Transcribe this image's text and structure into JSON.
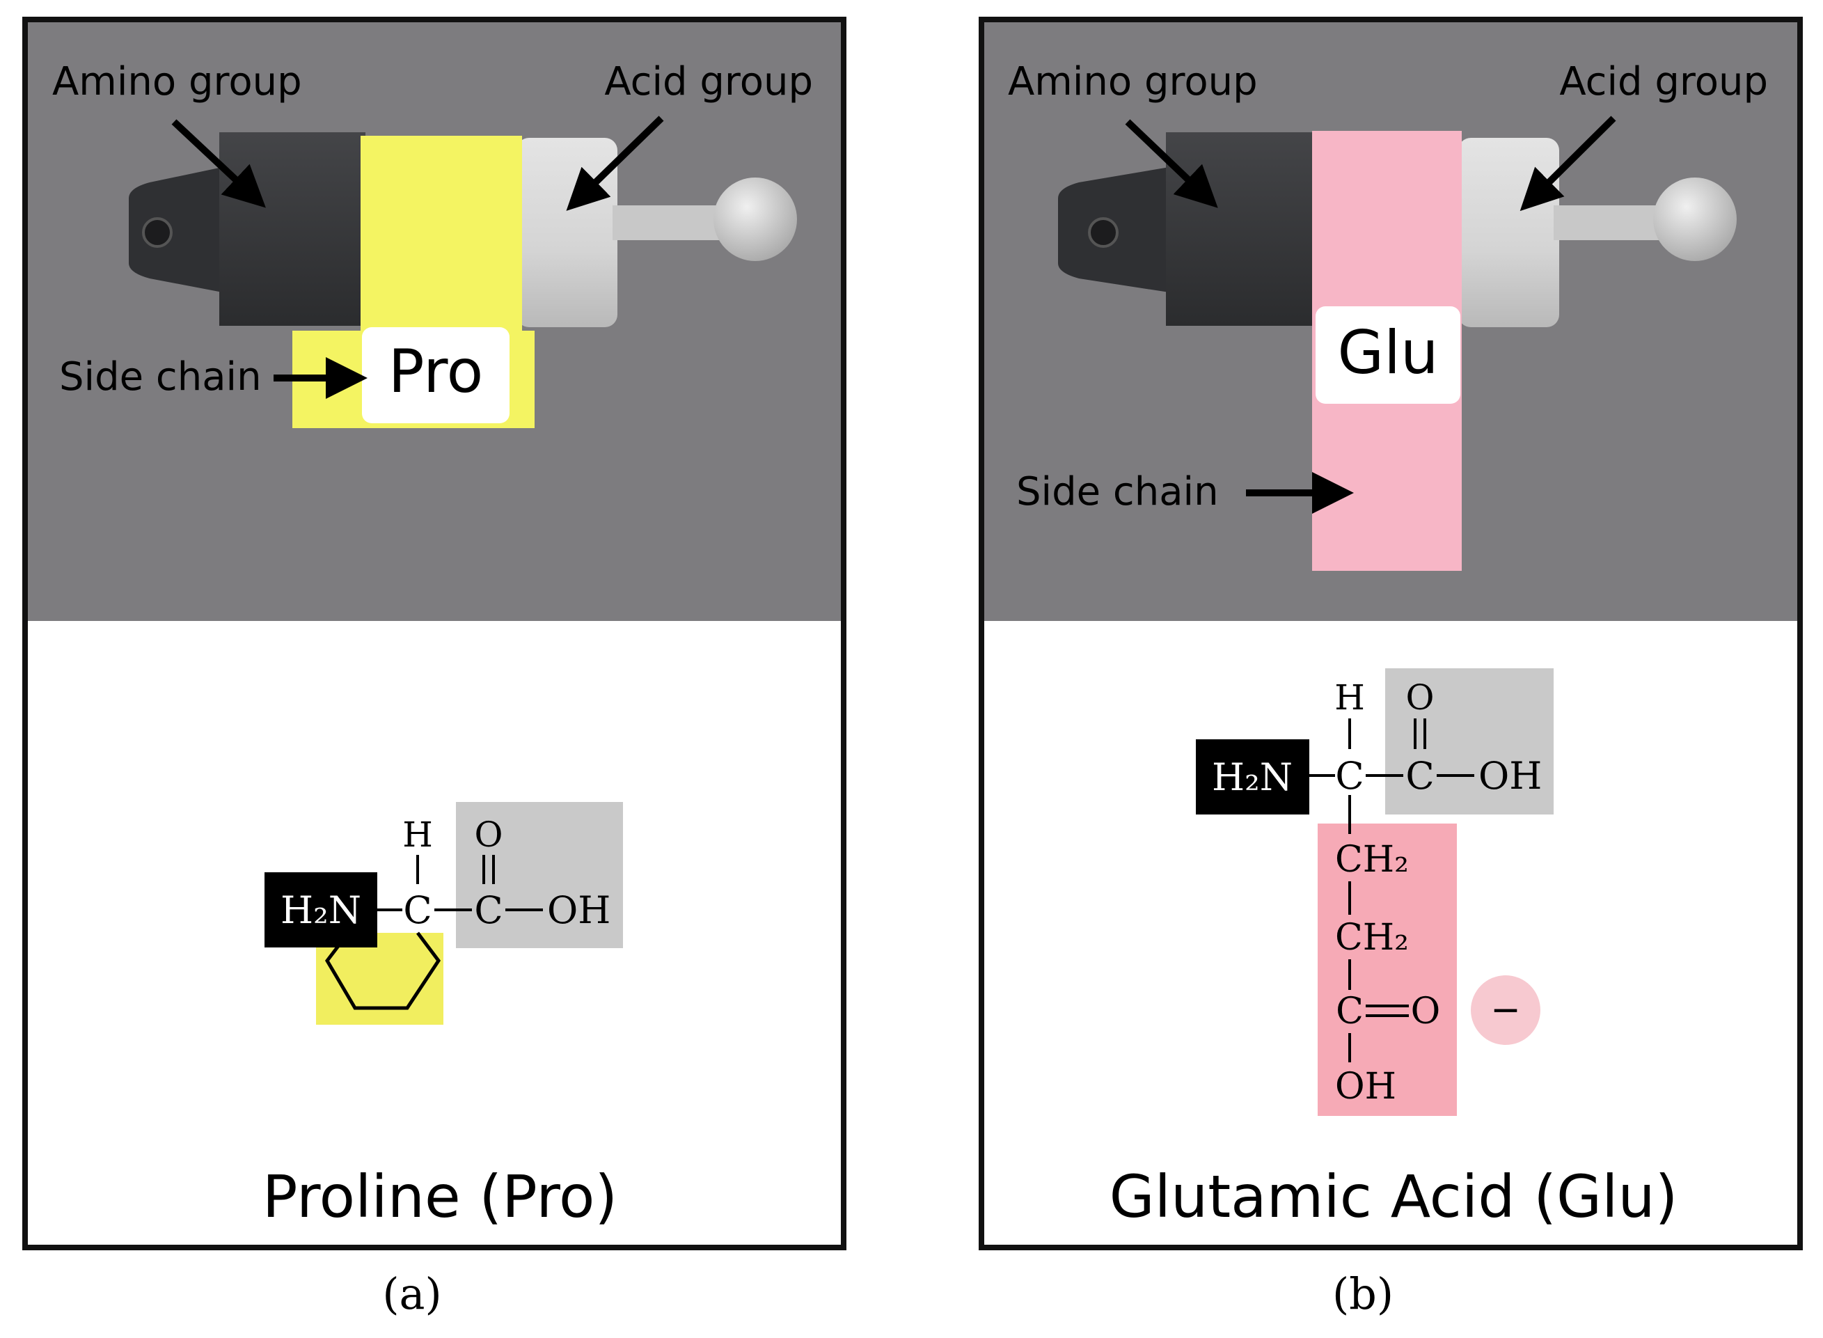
{
  "panels": [
    {
      "id": "a",
      "caption": "(a)",
      "title": "Proline (Pro)",
      "model": {
        "amino_label": "Amino group",
        "acid_label": "Acid group",
        "side_chain_label": "Side chain",
        "tag": "Pro",
        "side_chain_color": "#f4f462"
      },
      "structure": {
        "amine": "H₂N",
        "h": "H",
        "alpha_c": "C",
        "carboxyl_c": "C",
        "carbonyl_o": "O",
        "hydroxyl": "OH",
        "side_chain_color": "#f1ee5f"
      }
    },
    {
      "id": "b",
      "caption": "(b)",
      "title": "Glutamic Acid (Glu)",
      "model": {
        "amino_label": "Amino group",
        "acid_label": "Acid group",
        "side_chain_label": "Side chain",
        "tag": "Glu",
        "side_chain_color": "#f7b6c6"
      },
      "structure": {
        "amine": "H₂N",
        "h": "H",
        "alpha_c": "C",
        "carboxyl_c": "C",
        "carbonyl_o": "O",
        "hydroxyl": "OH",
        "ch2_1": "CH₂",
        "ch2_2": "CH₂",
        "side_c": "C",
        "side_o": "O",
        "side_oh": "OH",
        "charge": "−",
        "side_chain_color": "#f6aab6"
      }
    }
  ],
  "colors": {
    "photo_background": "#7d7c7f",
    "amino_block": "#3a3b3e",
    "acid_block": "#d6d6d6",
    "structure_gray": "#c9c9c9",
    "frame": "#111111"
  }
}
